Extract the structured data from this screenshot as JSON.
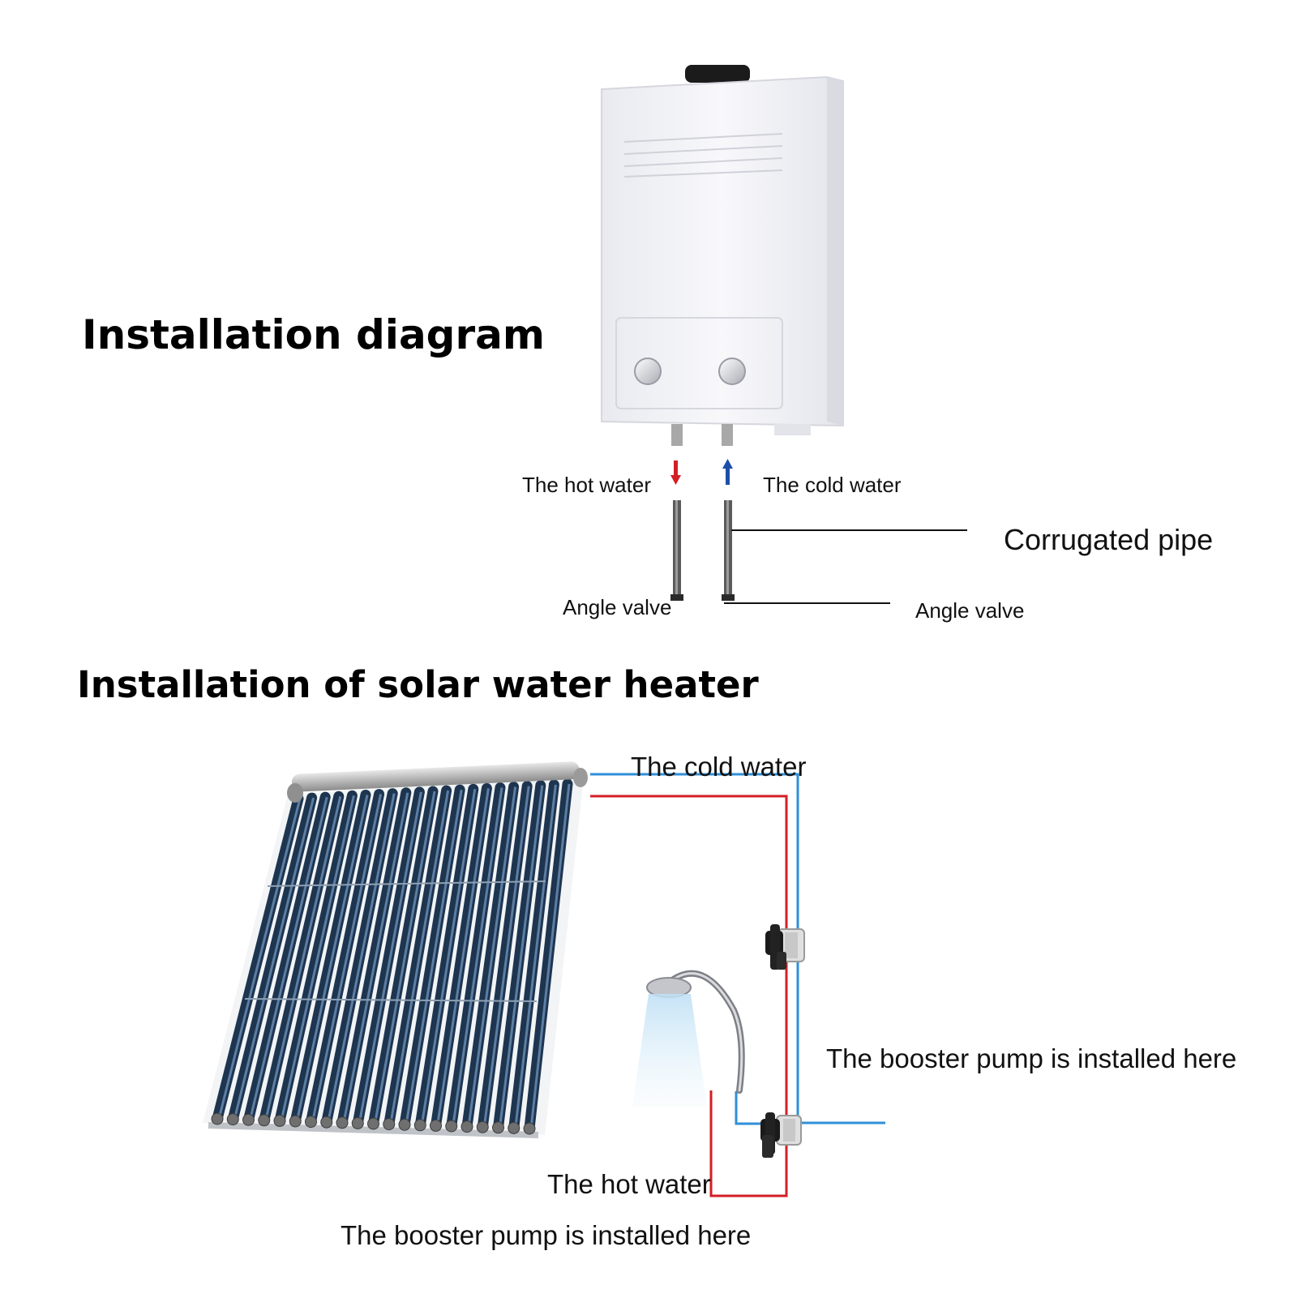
{
  "titles": {
    "installation_diagram": "Installation diagram",
    "solar_installation": "Installation of solar water heater"
  },
  "top_diagram": {
    "hot_water": "The hot water",
    "cold_water": "The cold water",
    "corrugated_pipe": "Corrugated pipe",
    "angle_valve_left": "Angle valve",
    "angle_valve_right": "Angle valve"
  },
  "solar_diagram": {
    "cold_water": "The cold water",
    "hot_water": "The hot water",
    "pump_note_right": "The booster pump is installed here",
    "pump_note_bottom": "The booster pump is installed here"
  },
  "colors": {
    "hot_pipe": "#d21f26",
    "cold_pipe": "#2f8fd8",
    "panel_tube": "#1e3550",
    "heater_body": "#f2f3f7"
  }
}
